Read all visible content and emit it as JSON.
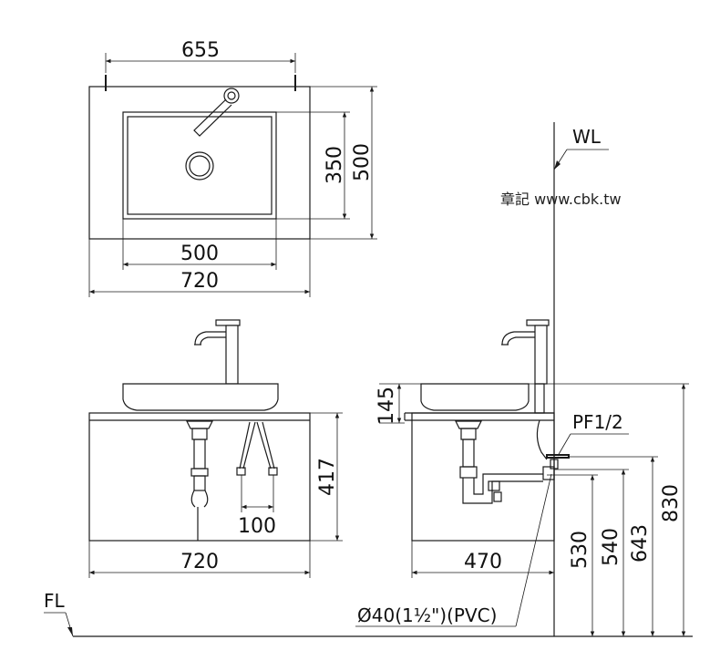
{
  "top_view": {
    "dims": {
      "faucet_spacing": "655",
      "overall_width": "720",
      "bowl_width": "500",
      "depth": "500",
      "bowl_depth": "350"
    }
  },
  "front_view": {
    "dims": {
      "basin_height": "145",
      "cabinet_height": "417",
      "cabinet_width": "720",
      "supply_spacing": "100"
    }
  },
  "side_view": {
    "dims": {
      "cabinet_depth": "470",
      "h1": "530",
      "h2": "540",
      "h3": "643",
      "h4": "830"
    }
  },
  "labels": {
    "water_level": "WL",
    "floor_level": "FL",
    "supply": "PF1/2",
    "drain": "Ø40(1½\")(PVC)"
  },
  "watermark": "章記 www.cbk.tw"
}
